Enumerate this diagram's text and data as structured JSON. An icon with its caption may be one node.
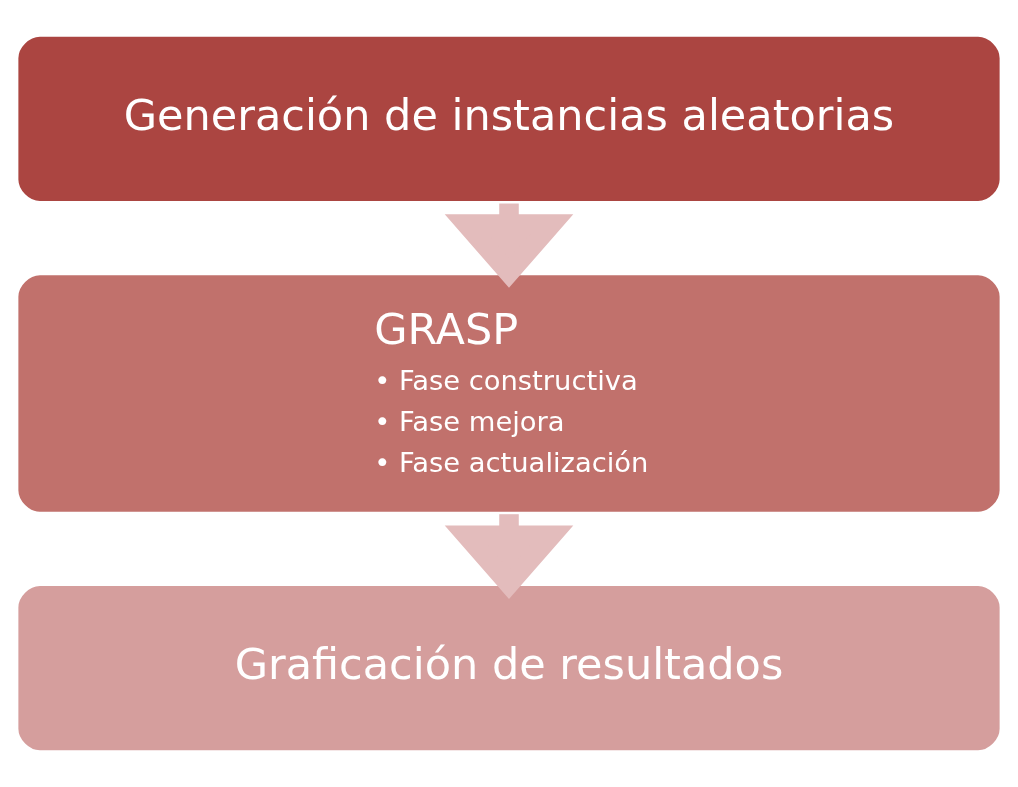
{
  "diagram": {
    "nodes": [
      {
        "text": [
          "Generación de instancias aleatorias"
        ]
      },
      {
        "text": [
          "GRASP",
          "• Fase constructiva",
          "• Fase mejora",
          "• Fase actualización"
        ]
      },
      {
        "text": [
          "Graficación de resultados"
        ]
      }
    ],
    "edges": [
      {
        "from": 0,
        "to": 1,
        "arrow": "to"
      },
      {
        "from": 1,
        "to": 2,
        "arrow": "to"
      }
    ]
  }
}
